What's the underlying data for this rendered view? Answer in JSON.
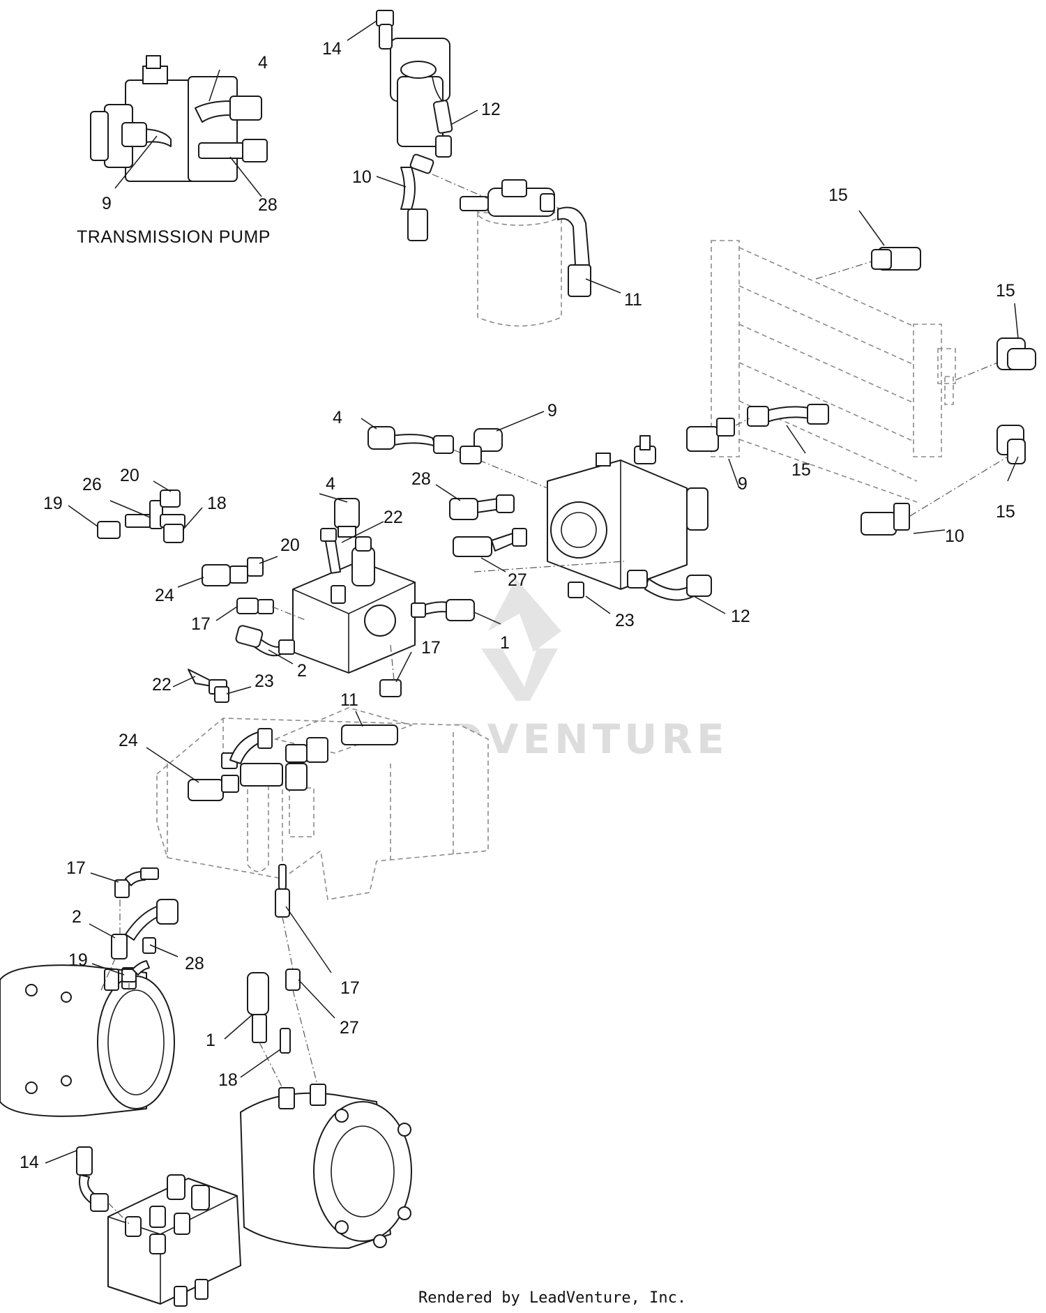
{
  "caption": "TRANSMISSION PUMP",
  "footer": "Rendered by LeadVenture, Inc.",
  "watermark": "LEADVENTURE",
  "colors": {
    "line": "#1a1a1a",
    "ghost": "#8a8a8a",
    "watermark": "#dddddd",
    "background": "#ffffff"
  },
  "callouts": [
    {
      "id": "c-pump-4",
      "label": "4"
    },
    {
      "id": "c-pump-9",
      "label": "9"
    },
    {
      "id": "c-pump-28",
      "label": "28"
    },
    {
      "id": "c-filt-14",
      "label": "14"
    },
    {
      "id": "c-filt-12",
      "label": "12"
    },
    {
      "id": "c-filt-10",
      "label": "10"
    },
    {
      "id": "c-filt-11",
      "label": "11"
    },
    {
      "id": "c-cool-15a",
      "label": "15"
    },
    {
      "id": "c-cool-15b",
      "label": "15"
    },
    {
      "id": "c-cool-15c",
      "label": "15"
    },
    {
      "id": "c-cool-15d",
      "label": "15"
    },
    {
      "id": "c-cool-9",
      "label": "9"
    },
    {
      "id": "c-cool-10",
      "label": "10"
    },
    {
      "id": "c-mp-4",
      "label": "4"
    },
    {
      "id": "c-mp-9",
      "label": "9"
    },
    {
      "id": "c-mp-28",
      "label": "28"
    },
    {
      "id": "c-mp-27",
      "label": "27"
    },
    {
      "id": "c-mp-23",
      "label": "23"
    },
    {
      "id": "c-mp-12",
      "label": "12"
    },
    {
      "id": "c-tee-20",
      "label": "20"
    },
    {
      "id": "c-tee-26",
      "label": "26"
    },
    {
      "id": "c-tee-19",
      "label": "19"
    },
    {
      "id": "c-tee-18",
      "label": "18"
    },
    {
      "id": "c-vb-4",
      "label": "4"
    },
    {
      "id": "c-vb-22a",
      "label": "22"
    },
    {
      "id": "c-vb-20",
      "label": "20"
    },
    {
      "id": "c-vb-24",
      "label": "24"
    },
    {
      "id": "c-vb-17a",
      "label": "17"
    },
    {
      "id": "c-vb-1",
      "label": "1"
    },
    {
      "id": "c-vb-17b",
      "label": "17"
    },
    {
      "id": "c-vb-2",
      "label": "2"
    },
    {
      "id": "c-vb-22b",
      "label": "22"
    },
    {
      "id": "c-vb-23",
      "label": "23"
    },
    {
      "id": "c-tk-11",
      "label": "11"
    },
    {
      "id": "c-tk-24",
      "label": "24"
    },
    {
      "id": "c-lm-17",
      "label": "17"
    },
    {
      "id": "c-lm-2",
      "label": "2"
    },
    {
      "id": "c-lm-28",
      "label": "28"
    },
    {
      "id": "c-lm-19",
      "label": "19"
    },
    {
      "id": "c-rm-17",
      "label": "17"
    },
    {
      "id": "c-rm-27",
      "label": "27"
    },
    {
      "id": "c-rm-1",
      "label": "1"
    },
    {
      "id": "c-rm-18",
      "label": "18"
    },
    {
      "id": "c-ctl-14",
      "label": "14"
    }
  ]
}
